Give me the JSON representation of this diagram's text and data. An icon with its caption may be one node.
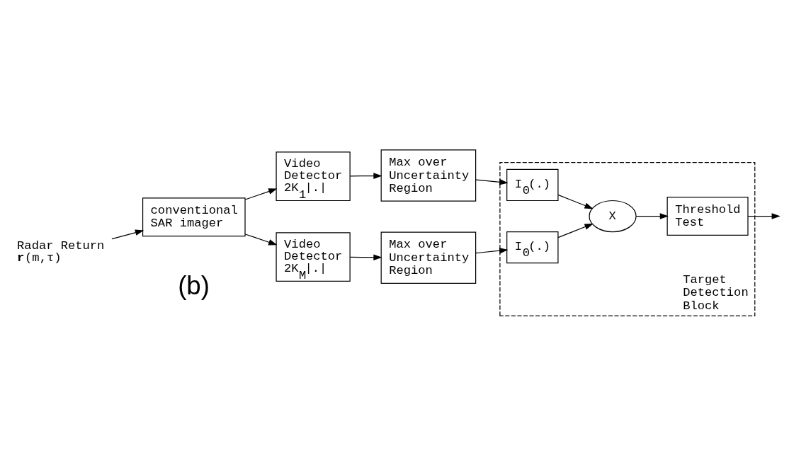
{
  "diagram": {
    "nodes": [
      {
        "text": [
          "Radar Return **r**(m,τ)"
        ]
      },
      {
        "text": [
          "conventional SAR imager"
        ]
      },
      {
        "text": [
          "Video Detector 2K$_{1}$|.|"
        ]
      },
      {
        "text": [
          "Max over Uncertainty Region"
        ]
      },
      {
        "text": [
          "Target Detection Block"
        ]
      },
      {
        "text": [
          "I$_{0}$(.)"
        ],
        "in": 4
      },
      {
        "text": [
          "X"
        ],
        "in": 4
      },
      {
        "text": [
          "Threshold Test"
        ],
        "in": 4
      },
      {
        "text": [
          "Video Detector 2K$_{M}$|.|"
        ]
      },
      {
        "text": [
          "Max over Uncertainty Region"
        ]
      },
      {
        "text": [
          "I$_{0}$(.)"
        ],
        "in": 4
      }
    ],
    "edges": [
      {
        "from": 0,
        "to": 1,
        "arrow": "to"
      },
      {
        "from": 1,
        "to": 2,
        "arrow": "to"
      },
      {
        "from": 1,
        "to": 8,
        "arrow": "to"
      },
      {
        "from": 2,
        "to": 3,
        "arrow": "to"
      },
      {
        "from": 8,
        "to": 9,
        "arrow": "to"
      },
      {
        "from": 3,
        "to": 5,
        "arrow": "to"
      },
      {
        "from": 9,
        "to": 10,
        "arrow": "to"
      },
      {
        "from": 5,
        "to": 6,
        "arrow": "to"
      },
      {
        "from": 10,
        "to": 6,
        "arrow": "to"
      },
      {
        "from": 6,
        "to": 7,
        "arrow": "to"
      },
      {
        "from": 7,
        "to": null,
        "arrow": "to"
      }
    ],
    "labels": [
      "(b)"
    ]
  }
}
